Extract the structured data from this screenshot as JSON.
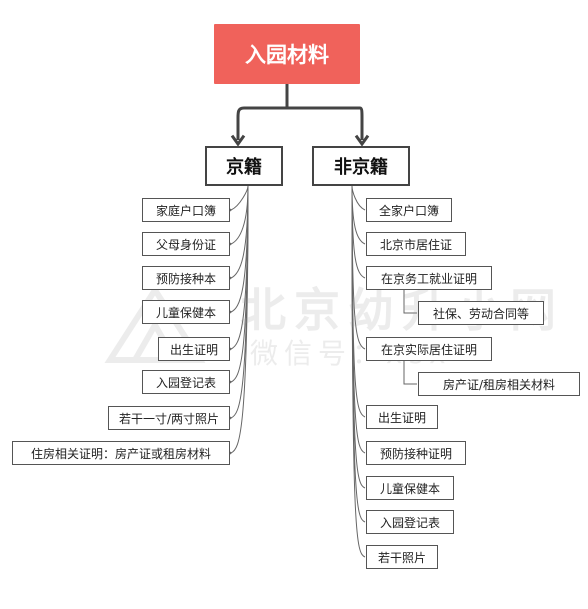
{
  "root": {
    "label": "入园材料",
    "color": "#f0625b"
  },
  "left_group": {
    "label": "京籍",
    "items": [
      "家庭户口簿",
      "父母身份证",
      "预防接种本",
      "儿童保健本",
      "出生证明",
      "入园登记表",
      "若干一寸/两寸照片",
      "住房相关证明：房产证或租房材料"
    ]
  },
  "right_group": {
    "label": "非京籍",
    "items": [
      {
        "label": "全家户口簿",
        "sub": ""
      },
      {
        "label": "北京市居住证",
        "sub": ""
      },
      {
        "label": "在京务工就业证明",
        "sub": "社保、劳动合同等"
      },
      {
        "label": "在京实际居住证明",
        "sub": "房产证/租房相关材料"
      },
      {
        "label": "出生证明",
        "sub": ""
      },
      {
        "label": "预防接种证明",
        "sub": ""
      },
      {
        "label": "儿童保健本",
        "sub": ""
      },
      {
        "label": "入园登记表",
        "sub": ""
      },
      {
        "label": "若干照片",
        "sub": ""
      }
    ]
  },
  "watermark": {
    "line1": "北京幼升小网",
    "line2": "微信号：xsx"
  },
  "colors": {
    "line": "#444444",
    "leaf_line": "#666666"
  }
}
